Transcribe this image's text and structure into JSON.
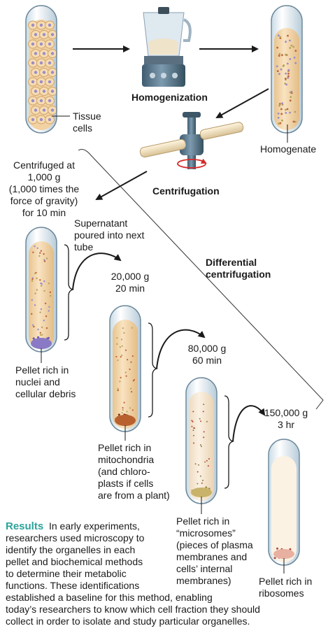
{
  "labels": {
    "homogenization": "Homogenization",
    "tissue_cells": "Tissue\ncells",
    "homogenate": "Homogenate",
    "centrifugation": "Centrifugation",
    "step1": "Centrifuged at\n1,000 g\n(1,000 times the\nforce of gravity)\nfor 10 min",
    "supernatant": "Supernatant\npoured into next\ntube",
    "differential": "Differential\ncentrifugation",
    "step2": "20,000 g\n20 min",
    "step3": "80,000 g\n60 min",
    "step4": "150,000 g\n3 hr",
    "pellet1": "Pellet rich in\nnuclei and\ncellular debris",
    "pellet2": "Pellet rich in\nmitochondria\n(and chloro-\nplasts if cells\nare from a plant)",
    "pellet3": "Pellet rich in\n“microsomes”\n(pieces of plasma\nmembranes and\ncells’ internal\nmembranes)",
    "pellet4": "Pellet rich in\nribosomes"
  },
  "results": {
    "heading": "Results",
    "text": "  In early experiments,\nresearchers used microscopy to\nidentify the organelles in each\npellet and biochemical methods\nto determine their metabolic\nfunctions. These identifications\nestablished a baseline for this method, enabling\ntoday’s researchers to know which cell fraction they should\ncollect in order to isolate and study particular organelles."
  },
  "colors": {
    "tube_fluid": "#f3d7a8",
    "tube_fluid_light": "#f7e6c7",
    "tube_glass": "#eef4f8",
    "tube_outline": "#7f97a8",
    "pellet_nuclei": "#8a79c4",
    "pellet_mito": "#b8612f",
    "pellet_microsomes": "#c9b36a",
    "pellet_ribosomes": "#b4463a",
    "results_heading": "#2aa39a",
    "rotor": "#4a6a80",
    "red_arrow": "#d62a2a"
  }
}
